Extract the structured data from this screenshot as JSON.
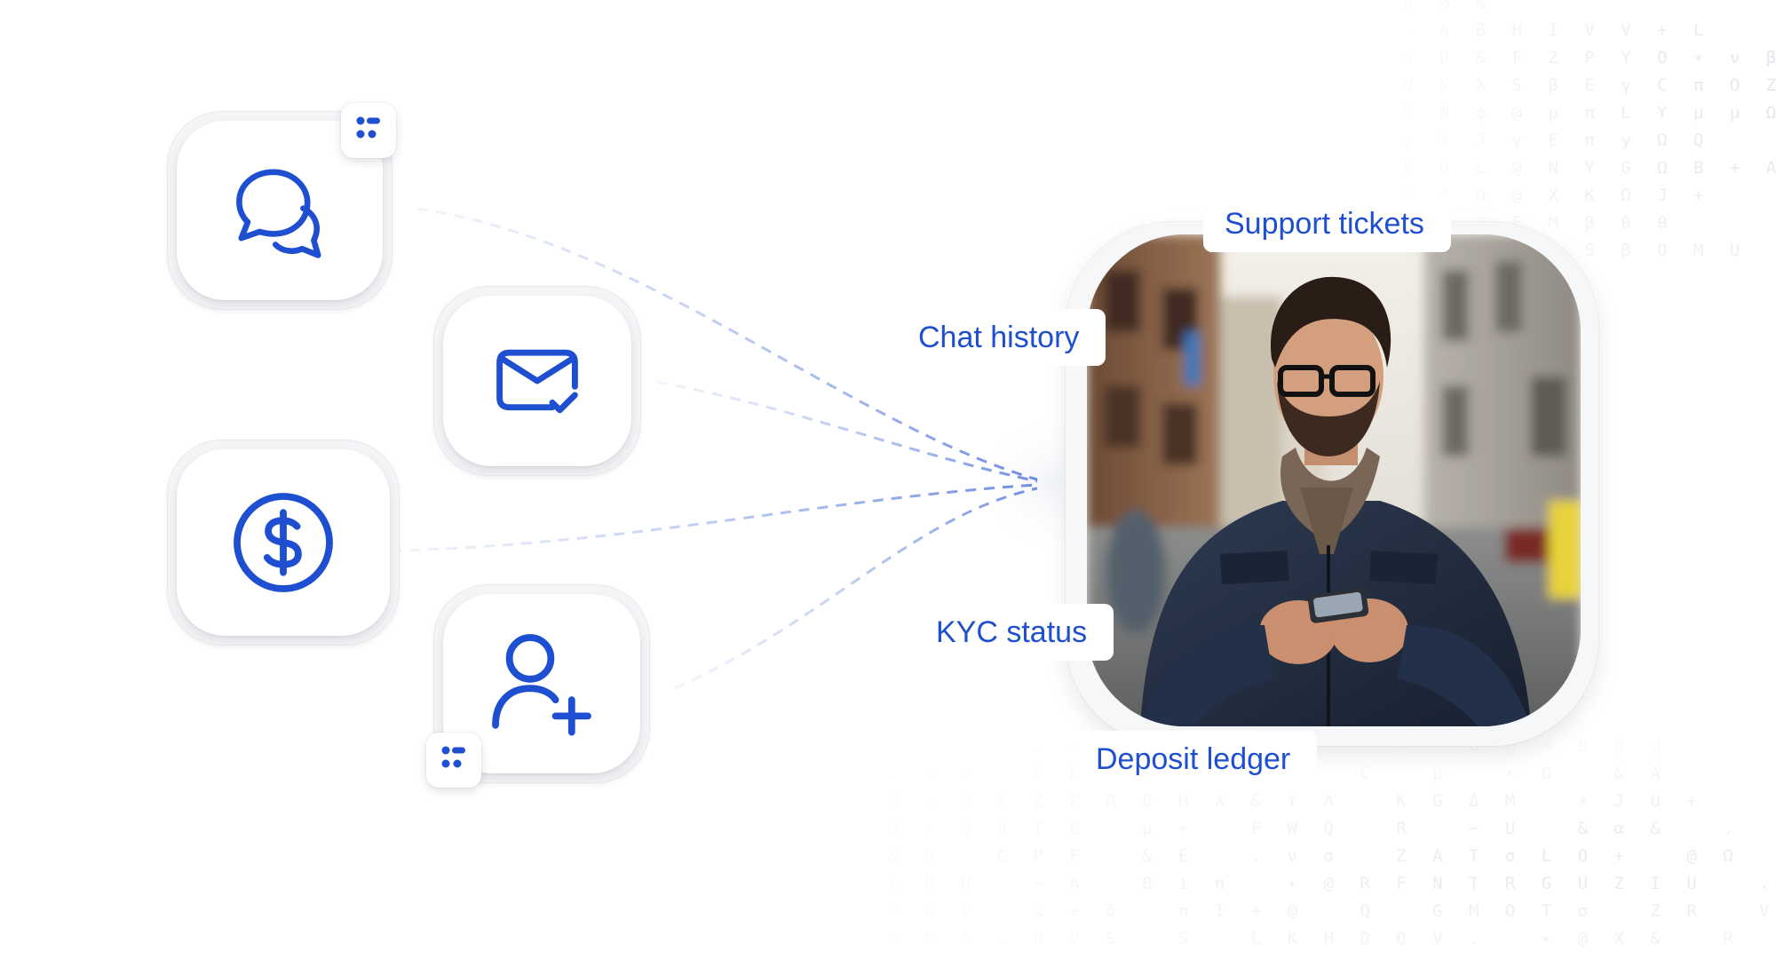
{
  "labels": {
    "support_tickets": "Support tickets",
    "chat_history": "Chat history",
    "kyc_status": "KYC status",
    "deposit_ledger": "Deposit ledger"
  },
  "icons": {
    "chat": "chat-bubbles-icon",
    "email": "mail-check-icon",
    "deposit": "dollar-circle-icon",
    "user": "user-plus-icon",
    "badge": "list-icon"
  },
  "colors": {
    "accent": "#1f4fd1",
    "connector": "#8ea6e6",
    "tile_bg": "#ffffff",
    "matrix": "#c7cfdc"
  },
  "background": {
    "matrix_top": "π @ &\n. A β H I V V + L\nS U & F Z P Y O ∗ ν β\nN K λ S β E γ C π O Z\nV N ϕ @ μ π L Y μ μ Ω V δ\ny λ J γ E π y Ω Q\nF U L @ N Y G Ω B + A\nX A Ω @ X K Ω J +\n. Q @ E M β θ θ\nΩ δ O J K S β O M U\n∗ C O E L\nM μ W − +\nO U β R β L\nS Q ∗ W − +\nπ @ I M\nI V A\n+ G E W",
    "matrix_bottom": "P ∗ V ∗ V X +   μ   β θ U   ∗   O @ ∗ B β @\nC D ω   K L Q S   R + ω   C   μ   ∗ Ω   & A\nG ∗ @ X Z P R 0 H X & Y A   K G Δ M   ∗ J U +\nB + @ V T C   μ ∗   F W Q   R   − U   & α &   .   , A f I\n& G   E P F   & E   . ν σ   Z A T σ L O +   @ Ω   S   U & F Z\nL U N   − A   B i π   ∗ @ R F N T R G U Z I U   .   N K λ S   β E γ C\nX Ω ∗   μ + δ   π I + @   Q   G M O T σ   Z R   V N   ϕ @ μ π L Y μ\nO U F . U V S   S   L K H D Q V .   ∗ @ X &   R   .   θ .   γ λ   J   γ E\nB   + .   P + K   . T μ   σ C   O N + Z   C +   N   U T L   O @ N Y G Ω B +"
  }
}
